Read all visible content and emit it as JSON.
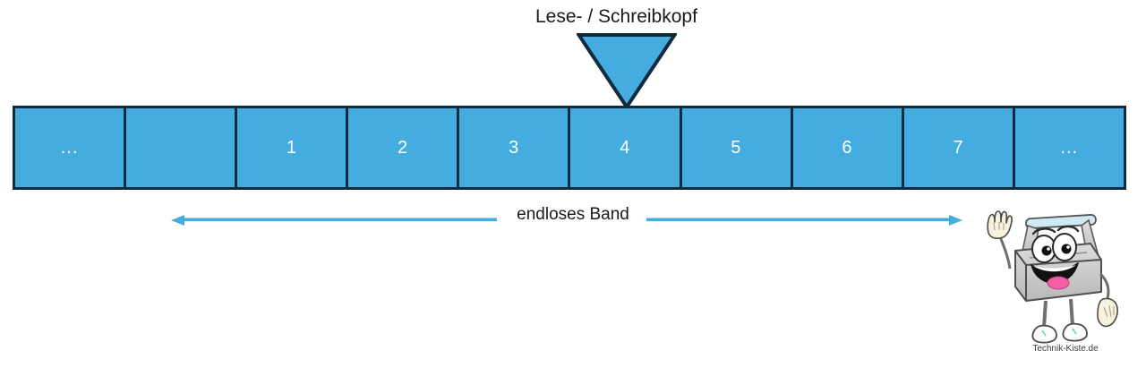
{
  "diagram": {
    "head_label": "Lese- / Schreibkopf",
    "band_label": "endloses Band",
    "head_position_index": 5,
    "tape_cells": [
      {
        "value": "...",
        "kind": "ellipsis"
      },
      {
        "value": "",
        "kind": "empty"
      },
      {
        "value": "1",
        "kind": "number"
      },
      {
        "value": "2",
        "kind": "number"
      },
      {
        "value": "3",
        "kind": "number"
      },
      {
        "value": "4",
        "kind": "number"
      },
      {
        "value": "5",
        "kind": "number"
      },
      {
        "value": "6",
        "kind": "number"
      },
      {
        "value": "7",
        "kind": "number"
      },
      {
        "value": "...",
        "kind": "ellipsis"
      }
    ]
  },
  "mascot": {
    "caption": "Technik-Kiste.de",
    "description": "waving-toolbox-mascot"
  },
  "colors": {
    "tape_fill": "#44ACDE",
    "tape_border": "#0f2b3d",
    "head_fill": "#44ACDE",
    "head_border": "#0f2b3d",
    "arrow": "#44ACDE",
    "cell_text": "#ffffff",
    "label_text": "#1a1a1a",
    "background": "#ffffff"
  }
}
